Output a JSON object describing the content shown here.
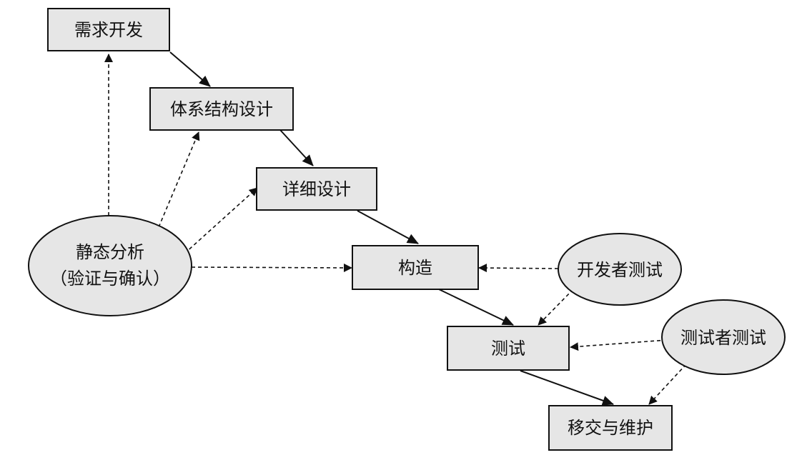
{
  "diagram": {
    "stages": {
      "requirements": "需求开发",
      "architecture": "体系结构设计",
      "detailed_design": "详细设计",
      "construction": "构造",
      "testing": "测试",
      "delivery": "移交与维护"
    },
    "actors": {
      "static_analysis_line1": "静态分析",
      "static_analysis_line2": "（验证与确认）",
      "developer_testing": "开发者测试",
      "tester_testing": "测试者测试"
    }
  }
}
